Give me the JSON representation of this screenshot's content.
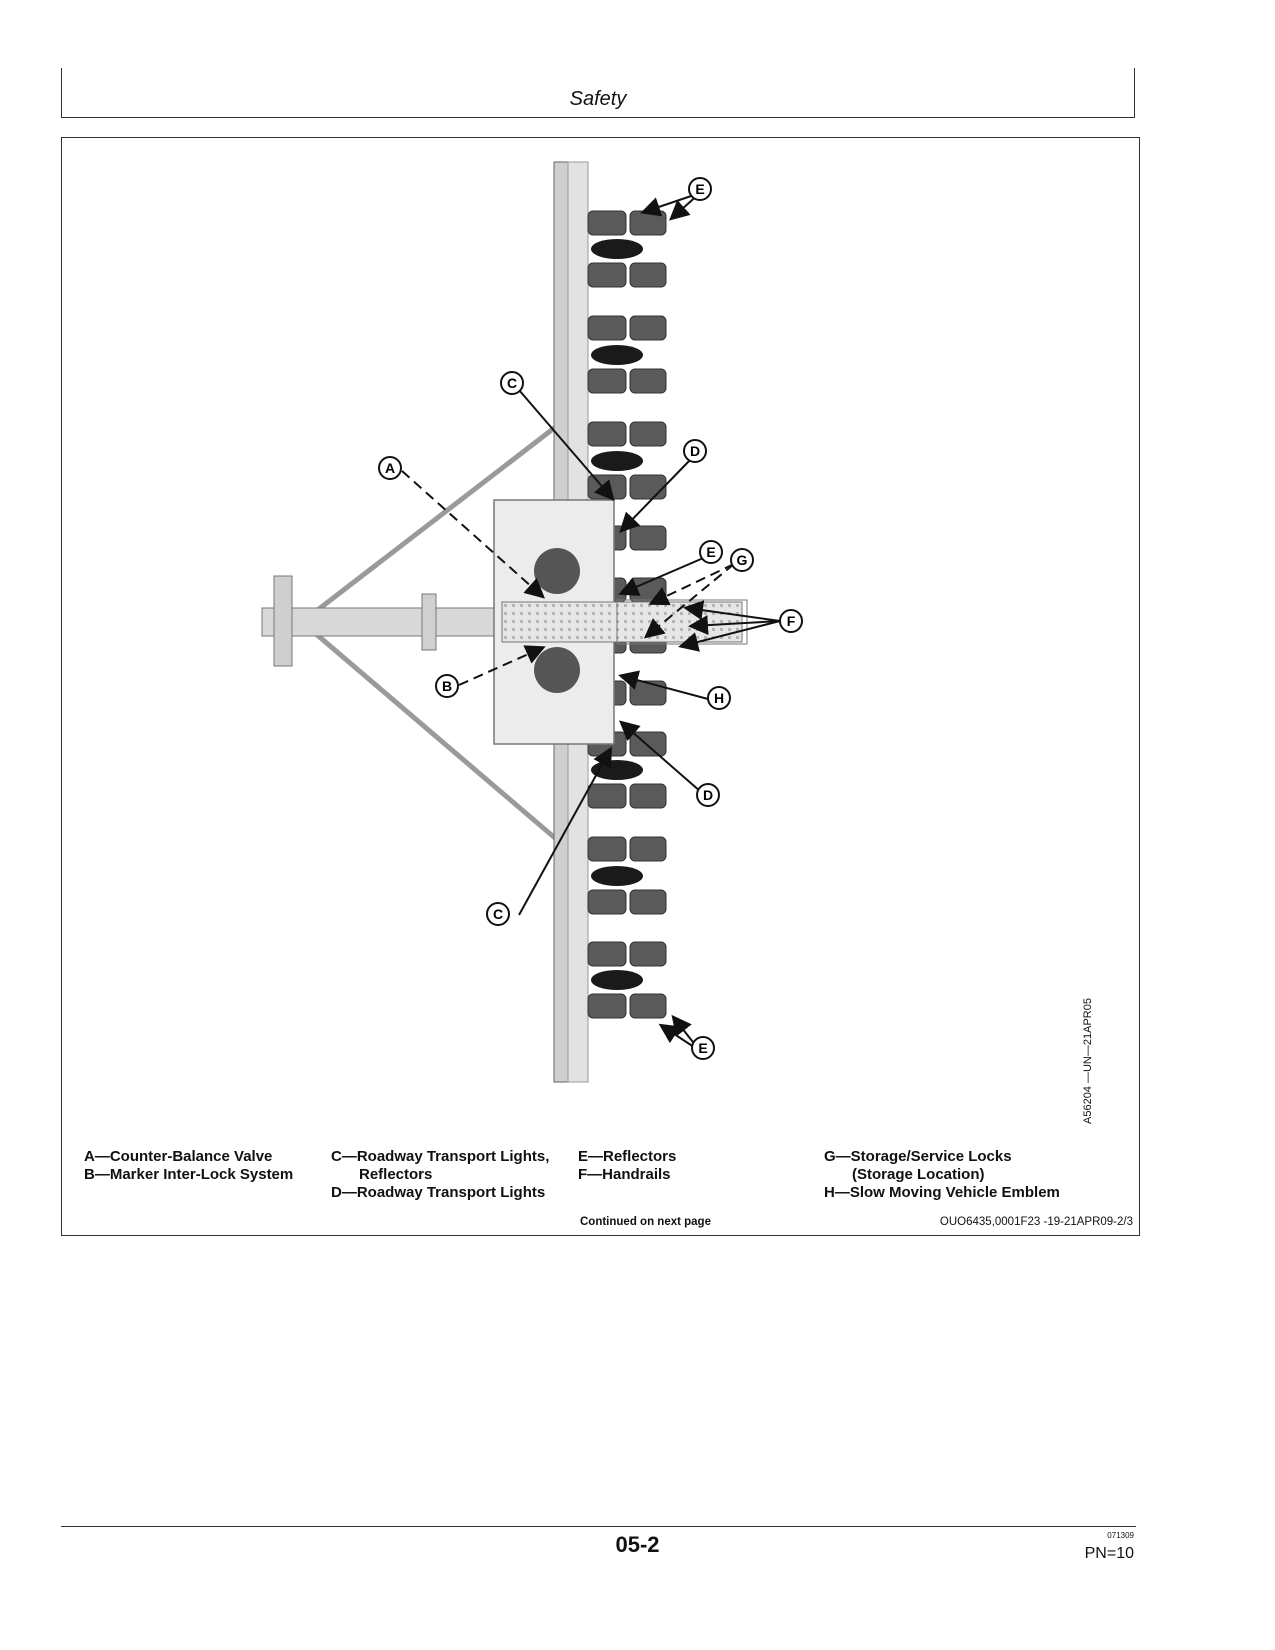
{
  "header": {
    "title": "Safety"
  },
  "figure": {
    "id": "A56204 —UN—21APR05",
    "callouts": {
      "a": "A",
      "b": "B",
      "c": "C",
      "d": "D",
      "e": "E",
      "f": "F",
      "g": "G",
      "h": "H"
    }
  },
  "legend": {
    "col1": [
      "A—Counter-Balance Valve",
      "B—Marker Inter-Lock System"
    ],
    "col2": [
      "C—Roadway Transport Lights,",
      "Reflectors",
      "D—Roadway Transport Lights"
    ],
    "col3": [
      "E—Reflectors",
      "F—Handrails"
    ],
    "col4": [
      "G—Storage/Service Locks",
      "(Storage Location)",
      "H—Slow Moving Vehicle Emblem"
    ]
  },
  "continued_label": "Continued on next page",
  "reference_code": "OUO6435,0001F23 -19-21APR09-2/3",
  "footer": {
    "page_number": "05-2",
    "print_date": "071309",
    "pn": "PN=10"
  }
}
